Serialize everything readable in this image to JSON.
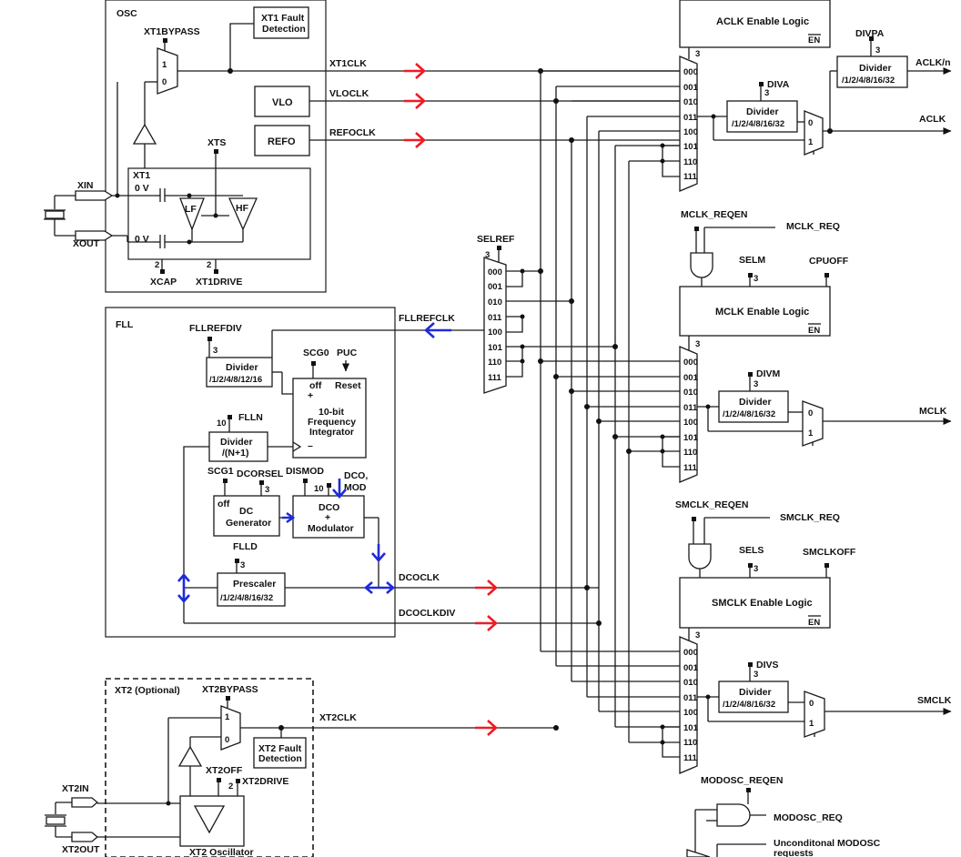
{
  "blocks": {
    "osc": "OSC",
    "fll": "FLL",
    "xt2_optional": "XT2 (Optional)",
    "xt1_fault_l1": "XT1 Fault",
    "xt1_fault_l2": "Detection",
    "xt2_fault_l1": "XT2 Fault",
    "xt2_fault_l2": "Detection",
    "vlo": "VLO",
    "refo": "REFO",
    "aclk_enable": "ACLK Enable Logic",
    "mclk_enable": "MCLK Enable Logic",
    "smclk_enable": "SMCLK Enable Logic",
    "en": "EN",
    "divider": "Divider",
    "div_1_32": "/1/2/4/8/16/32",
    "div_fllref": "/1/2/4/8/12/16",
    "div_n": "/(N+1)",
    "freq_int_l1": "10-bit",
    "freq_int_l2": "Frequency",
    "freq_int_l3": "Integrator",
    "dc_gen_l1": "DC",
    "dc_gen_l2": "Generator",
    "dco_l1": "DCO",
    "dco_l2": "+",
    "dco_l3": "Modulator",
    "prescaler": "Prescaler",
    "xt2_osc": "XT2 Oscillator",
    "off": "off",
    "reset": "Reset",
    "lf": "LF",
    "hf": "HF",
    "zero_v": "0 V",
    "plus": "+",
    "minus": "–"
  },
  "signals": {
    "xt1clk": "XT1CLK",
    "vloclk": "VLOCLK",
    "refoclk": "REFOCLK",
    "fllrefclk": "FLLREFCLK",
    "dcoclk": "DCOCLK",
    "dcoclkdiv": "DCOCLKDIV",
    "xt2clk": "XT2CLK",
    "aclk_n": "ACLK/n",
    "aclk": "ACLK",
    "mclk": "MCLK",
    "smclk": "SMCLK",
    "mclk_reqen": "MCLK_REQEN",
    "mclk_req": "MCLK_REQ",
    "smclk_reqen": "SMCLK_REQEN",
    "smclk_req": "SMCLK_REQ",
    "modosc_reqen": "MODOSC_REQEN",
    "modosc_req": "MODOSC_REQ",
    "unconditional_l1": "Unconditonal MODOSC",
    "unconditional_l2": "requests"
  },
  "controls": {
    "xt1bypass": "XT1BYPASS",
    "xts": "XTS",
    "xt1": "XT1",
    "xcap": "XCAP",
    "xt1drive": "XT1DRIVE",
    "xin": "XIN",
    "xout": "XOUT",
    "selref": "SELREF",
    "fllrefdiv": "FLLREFDIV",
    "scg0": "SCG0",
    "puc": "PUC",
    "flln": "FLLN",
    "scg1": "SCG1",
    "dcorsel": "DCORSEL",
    "dismod": "DISMOD",
    "dco_mod": "DCO,",
    "mod": "MOD",
    "flld": "FLLD",
    "diva": "DIVA",
    "divpa": "DIVPA",
    "selm": "SELM",
    "cpuoff": "CPUOFF",
    "divm": "DIVM",
    "sels": "SELS",
    "smclkoff": "SMCLKOFF",
    "divs": "DIVS",
    "xt2bypass": "XT2BYPASS",
    "xt2off": "XT2OFF",
    "xt2drive": "XT2DRIVE",
    "xt2in": "XT2IN",
    "xt2out": "XT2OUT"
  },
  "bus_widths": {
    "three": "3",
    "two": "2",
    "ten": "10"
  },
  "mux_codes": [
    "000",
    "001",
    "010",
    "011",
    "100",
    "101",
    "110",
    "111"
  ],
  "mux2_inputs": [
    "0",
    "1"
  ]
}
